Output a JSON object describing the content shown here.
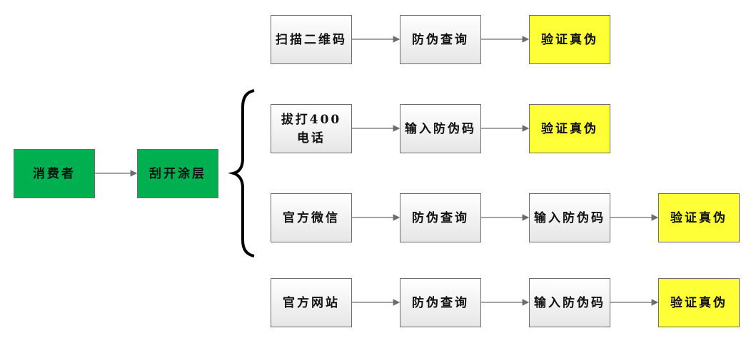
{
  "diagram": {
    "type": "flowchart",
    "colors": {
      "start": "#00b050",
      "step": "#f0f0f0",
      "end": "#ffff37",
      "edge": "#6d6d6d"
    },
    "start": [
      {
        "id": "consumer",
        "label": "消费者"
      },
      {
        "id": "scratch",
        "label": "刮开涂层"
      }
    ],
    "branches": [
      {
        "name": "scan",
        "steps": [
          "扫描二维码",
          "防伪查询",
          "验证真伪"
        ]
      },
      {
        "name": "phone",
        "steps": [
          "拔打400电话",
          "输入防伪码",
          "验证真伪"
        ]
      },
      {
        "name": "wechat",
        "steps": [
          "官方微信",
          "防伪查询",
          "输入防伪码",
          "验证真伪"
        ]
      },
      {
        "name": "website",
        "steps": [
          "官方网站",
          "防伪查询",
          "输入防伪码",
          "验证真伪"
        ]
      }
    ]
  }
}
